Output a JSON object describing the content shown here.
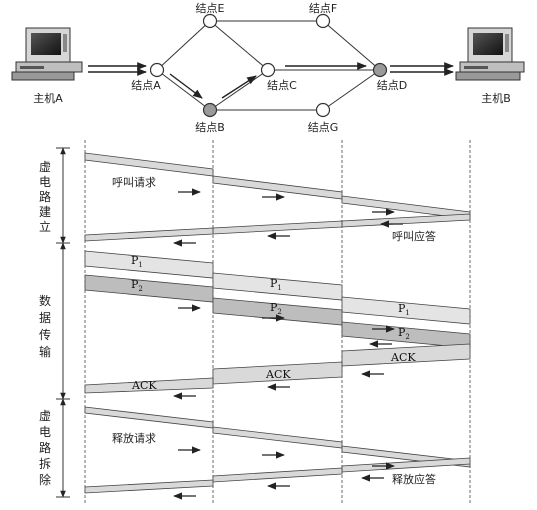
{
  "network": {
    "hosts": [
      "主机A",
      "主机B"
    ],
    "nodes": {
      "A": "结点A",
      "B": "结点B",
      "C": "结点C",
      "D": "结点D",
      "E": "结点E",
      "F": "结点F",
      "G": "结点G"
    }
  },
  "phases": {
    "setup": [
      "虚",
      "电",
      "路",
      "建",
      "立"
    ],
    "transfer": [
      "数",
      "据",
      "传",
      "输"
    ],
    "teardown": [
      "虚",
      "电",
      "路",
      "拆",
      "除"
    ]
  },
  "messages": {
    "call_request": "呼叫请求",
    "call_accept": "呼叫应答",
    "p1": "P",
    "p2": "P",
    "p1_sub": "1",
    "p2_sub": "2",
    "ack": "ACK",
    "release_request": "释放请求",
    "release_accept": "释放应答"
  },
  "colors": {
    "band_fill": "#d9d9d9",
    "band_stroke": "#444444",
    "node_gray": "#9a9a9a"
  }
}
